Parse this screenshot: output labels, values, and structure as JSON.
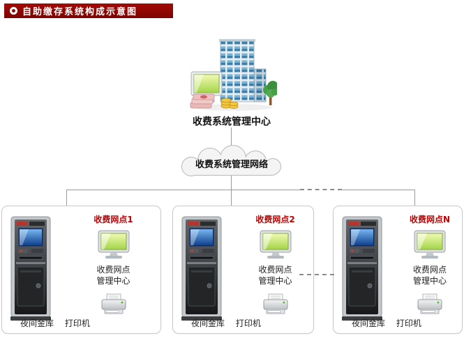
{
  "header": {
    "title": "自助缴存系统构成示意图"
  },
  "center": {
    "label": "收费系统管理中心"
  },
  "network": {
    "label": "收费系统管理网络"
  },
  "nodes": [
    {
      "title": "收费网点1",
      "mgmt_line1": "收费网点",
      "mgmt_line2": "管理中心",
      "vault_label": "夜间金库",
      "printer_label": "打印机"
    },
    {
      "title": "收费网点2",
      "mgmt_line1": "收费网点",
      "mgmt_line2": "管理中心",
      "vault_label": "夜间金库",
      "printer_label": "打印机"
    },
    {
      "title": "收费网点N",
      "mgmt_line1": "收费网点",
      "mgmt_line2": "管理中心",
      "vault_label": "夜间金库",
      "printer_label": "打印机"
    }
  ],
  "icons": {
    "banner": "bullseye-icon",
    "center": "office-building-with-monitor-money-tree",
    "node": [
      "kiosk-machine-icon",
      "monitor-icon",
      "printer-icon"
    ]
  },
  "colors": {
    "banner_red": "#8e0b06",
    "accent_red": "#c00000",
    "connector_gray": "#9a9a9a",
    "panel_border": "#c9c9c9",
    "monitor_screen_green": "#a3d549",
    "kiosk_screen_blue": "#10408e"
  }
}
